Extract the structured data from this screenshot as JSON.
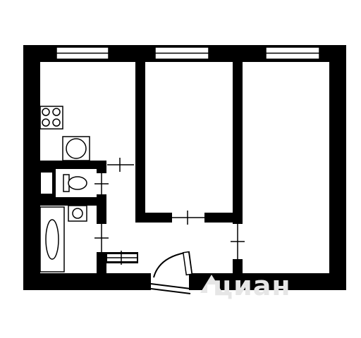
{
  "floorplan": {
    "wall_color": "#000000",
    "floor_color": "#ffffff",
    "watermark_color": "#e6e6e6",
    "rooms": [
      "kitchen",
      "room-middle",
      "room-right",
      "toilet",
      "bathroom",
      "hallway"
    ],
    "fixtures": [
      "stove-icon",
      "sink-icon",
      "toilet-icon",
      "washbasin-icon",
      "bathtub-icon"
    ]
  },
  "watermark": {
    "text": "циан",
    "logo": "cian-house-icon"
  }
}
